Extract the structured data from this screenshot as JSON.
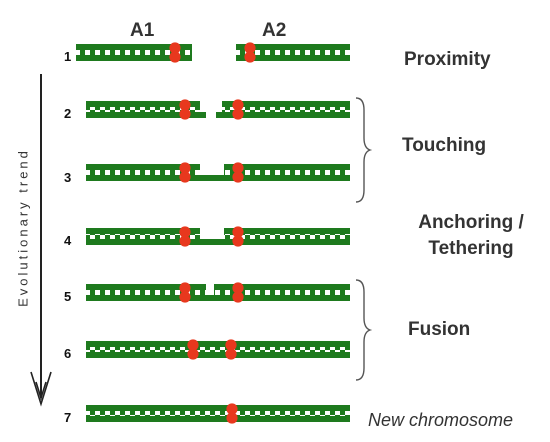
{
  "headers": {
    "a1": "A1",
    "a2": "A2"
  },
  "axis_label": "Evolutionary trend",
  "stage_labels": {
    "proximity": "Proximity",
    "touching": "Touching",
    "anchoring_line1": "Anchoring /",
    "anchoring_line2": "Tethering",
    "fusion": "Fusion",
    "new_chromosome": "New chromosome"
  },
  "rows": [
    {
      "number": "1"
    },
    {
      "number": "2"
    },
    {
      "number": "3"
    },
    {
      "number": "4"
    },
    {
      "number": "5"
    },
    {
      "number": "6"
    },
    {
      "number": "7"
    }
  ],
  "colors": {
    "strand": "#1e7a1e",
    "centromere": "#e8381e",
    "arrow": "#222222",
    "text": "#333333"
  }
}
